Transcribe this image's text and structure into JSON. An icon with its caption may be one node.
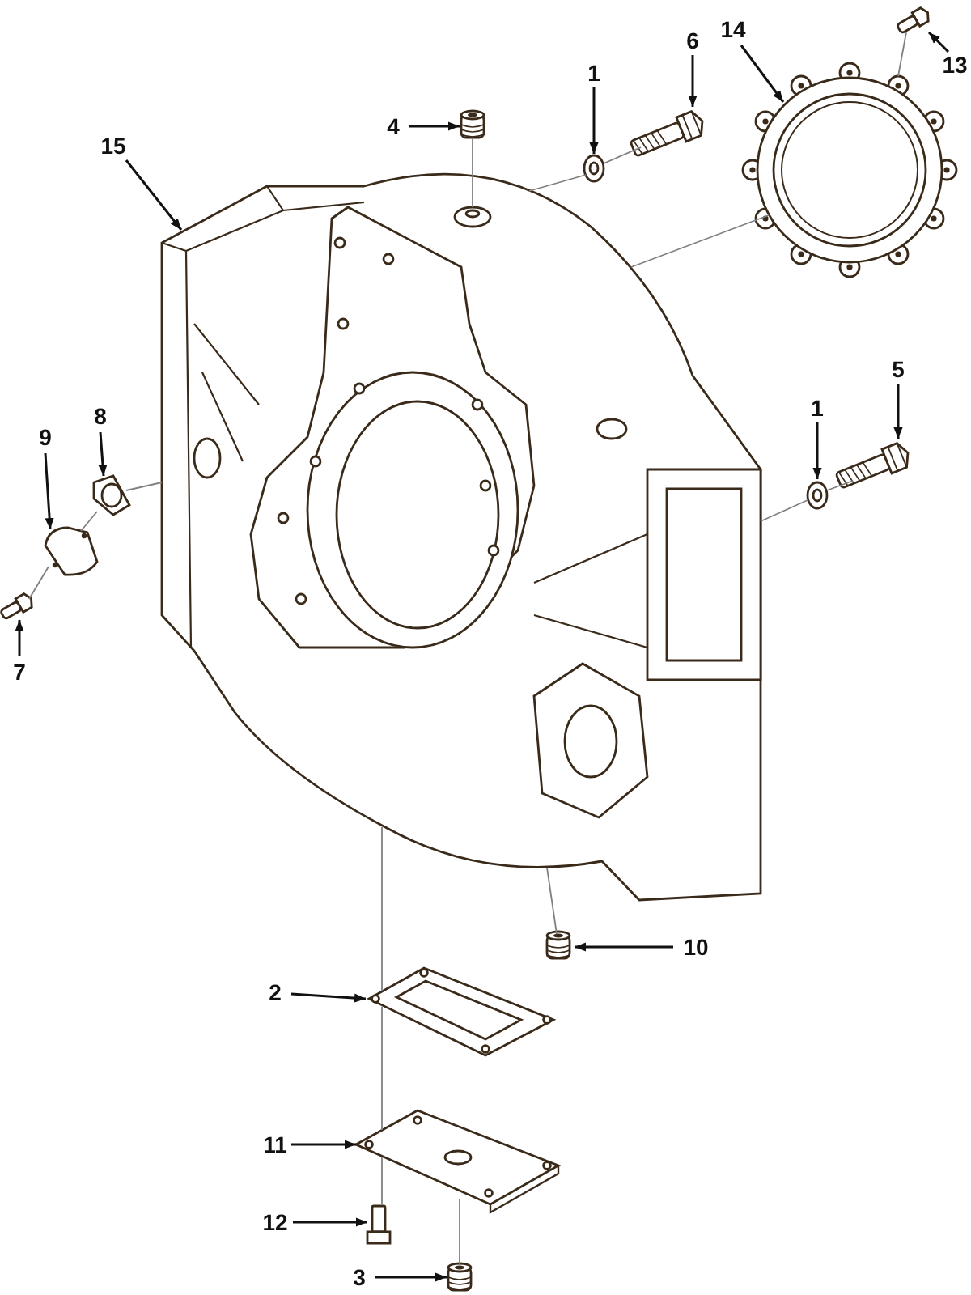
{
  "diagram": {
    "nodes": [
      {
        "text": [
          "1"
        ]
      },
      {
        "text": [
          "6"
        ]
      },
      {
        "text": [
          "14"
        ]
      },
      {
        "text": [
          "13"
        ]
      },
      {
        "text": [
          "4"
        ]
      },
      {
        "text": [
          "15"
        ]
      },
      {
        "text": [
          "9"
        ]
      },
      {
        "text": [
          "8"
        ]
      },
      {
        "text": [
          "1"
        ]
      },
      {
        "text": [
          "5"
        ]
      },
      {
        "text": [
          "7"
        ]
      },
      {
        "text": [
          "10"
        ]
      },
      {
        "text": [
          "2"
        ]
      },
      {
        "text": [
          "11"
        ]
      },
      {
        "text": [
          "12"
        ]
      },
      {
        "text": [
          "3"
        ]
      },
      {
        "text": [],
        "shape": "picture"
      },
      {
        "text": [],
        "shape": "picture"
      },
      {
        "text": [],
        "shape": "picture"
      },
      {
        "text": [],
        "shape": "picture"
      },
      {
        "text": [],
        "shape": "picture"
      },
      {
        "text": [],
        "shape": "picture"
      },
      {
        "text": [],
        "shape": "picture"
      },
      {
        "text": [],
        "shape": "picture"
      },
      {
        "text": [],
        "shape": "picture"
      },
      {
        "text": [],
        "shape": "picture"
      },
      {
        "text": [],
        "shape": "picture"
      },
      {
        "text": [],
        "shape": "picture"
      },
      {
        "text": [],
        "shape": "picture"
      },
      {
        "text": [],
        "shape": "picture"
      },
      {
        "text": [],
        "shape": "picture"
      },
      {
        "text": [],
        "shape": "picture"
      }
    ],
    "edges": [
      {
        "from": 0,
        "to": 16,
        "arrow": "to"
      },
      {
        "from": 1,
        "to": 17,
        "arrow": "to"
      },
      {
        "from": 2,
        "to": 18,
        "arrow": "to"
      },
      {
        "from": 3,
        "to": 19,
        "arrow": "to"
      },
      {
        "from": 4,
        "to": 20,
        "arrow": "to"
      },
      {
        "from": 5,
        "to": 21,
        "arrow": "to"
      },
      {
        "from": 6,
        "to": 22,
        "arrow": "to"
      },
      {
        "from": 7,
        "to": 23,
        "arrow": "to"
      },
      {
        "from": 8,
        "to": 24,
        "arrow": "to"
      },
      {
        "from": 9,
        "to": 25,
        "arrow": "to"
      },
      {
        "from": 10,
        "to": 26,
        "arrow": "to"
      },
      {
        "from": 11,
        "to": 27,
        "arrow": "to"
      },
      {
        "from": 12,
        "to": 28,
        "arrow": "to"
      },
      {
        "from": 13,
        "to": 29,
        "arrow": "to"
      },
      {
        "from": 14,
        "to": 30,
        "arrow": "to"
      },
      {
        "from": 15,
        "to": 31,
        "arrow": "to"
      },
      {
        "from": 17,
        "to": 16,
        "arrow": "none",
        "color": "#808080"
      },
      {
        "from": 16,
        "to": 21,
        "arrow": "none",
        "color": "#808080"
      },
      {
        "from": 19,
        "to": 18,
        "arrow": "none",
        "color": "#808080"
      },
      {
        "from": 18,
        "to": 21,
        "arrow": "none",
        "color": "#808080"
      },
      {
        "from": 20,
        "to": 21,
        "arrow": "none",
        "color": "#808080"
      },
      {
        "from": 26,
        "to": 22,
        "arrow": "none",
        "color": "#808080"
      },
      {
        "from": 22,
        "to": 23,
        "arrow": "none",
        "color": "#808080"
      },
      {
        "from": 23,
        "to": 21,
        "arrow": "none",
        "color": "#808080"
      },
      {
        "from": 25,
        "to": 24,
        "arrow": "none",
        "color": "#808080"
      },
      {
        "from": 24,
        "to": 21,
        "arrow": "none",
        "color": "#808080"
      },
      {
        "from": 27,
        "to": 21,
        "arrow": "none",
        "color": "#808080"
      },
      {
        "from": 21,
        "to": 28,
        "arrow": "none",
        "color": "#808080"
      },
      {
        "from": 28,
        "to": 29,
        "arrow": "none",
        "color": "#808080"
      },
      {
        "from": 29,
        "to": 30,
        "arrow": "none",
        "color": "#808080"
      },
      {
        "from": 31,
        "to": 29,
        "arrow": "none",
        "color": "#808080"
      }
    ]
  }
}
